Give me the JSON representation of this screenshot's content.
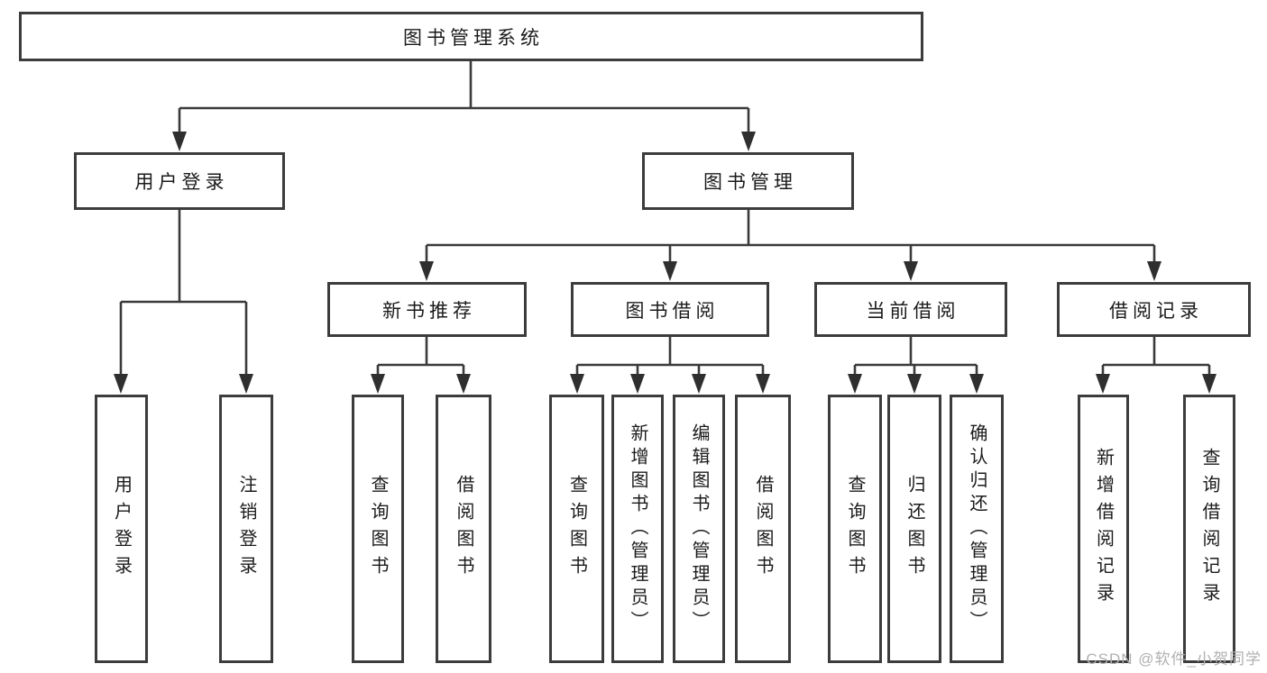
{
  "diagram": {
    "title": "图书管理系统",
    "branches": [
      {
        "label": "用户登录",
        "children": [
          "用户登录",
          "注销登录"
        ]
      },
      {
        "label": "图书管理",
        "children": [
          {
            "label": "新书推荐",
            "children": [
              "查询图书",
              "借阅图书"
            ]
          },
          {
            "label": "图书借阅",
            "children": [
              "查询图书",
              "新增图书（管理员）",
              "编辑图书（管理员）",
              "借阅图书"
            ]
          },
          {
            "label": "当前借阅",
            "children": [
              "查询图书",
              "归还图书",
              "确认归还（管理员）"
            ]
          },
          {
            "label": "借阅记录",
            "children": [
              "新增借阅记录",
              "查询借阅记录"
            ]
          }
        ]
      }
    ],
    "line_color": "#3a3a3a",
    "box_border_color": "#3c3c3c",
    "text_color": "#1b1b1b"
  },
  "watermark": "CSDN @软件_小贺同学"
}
